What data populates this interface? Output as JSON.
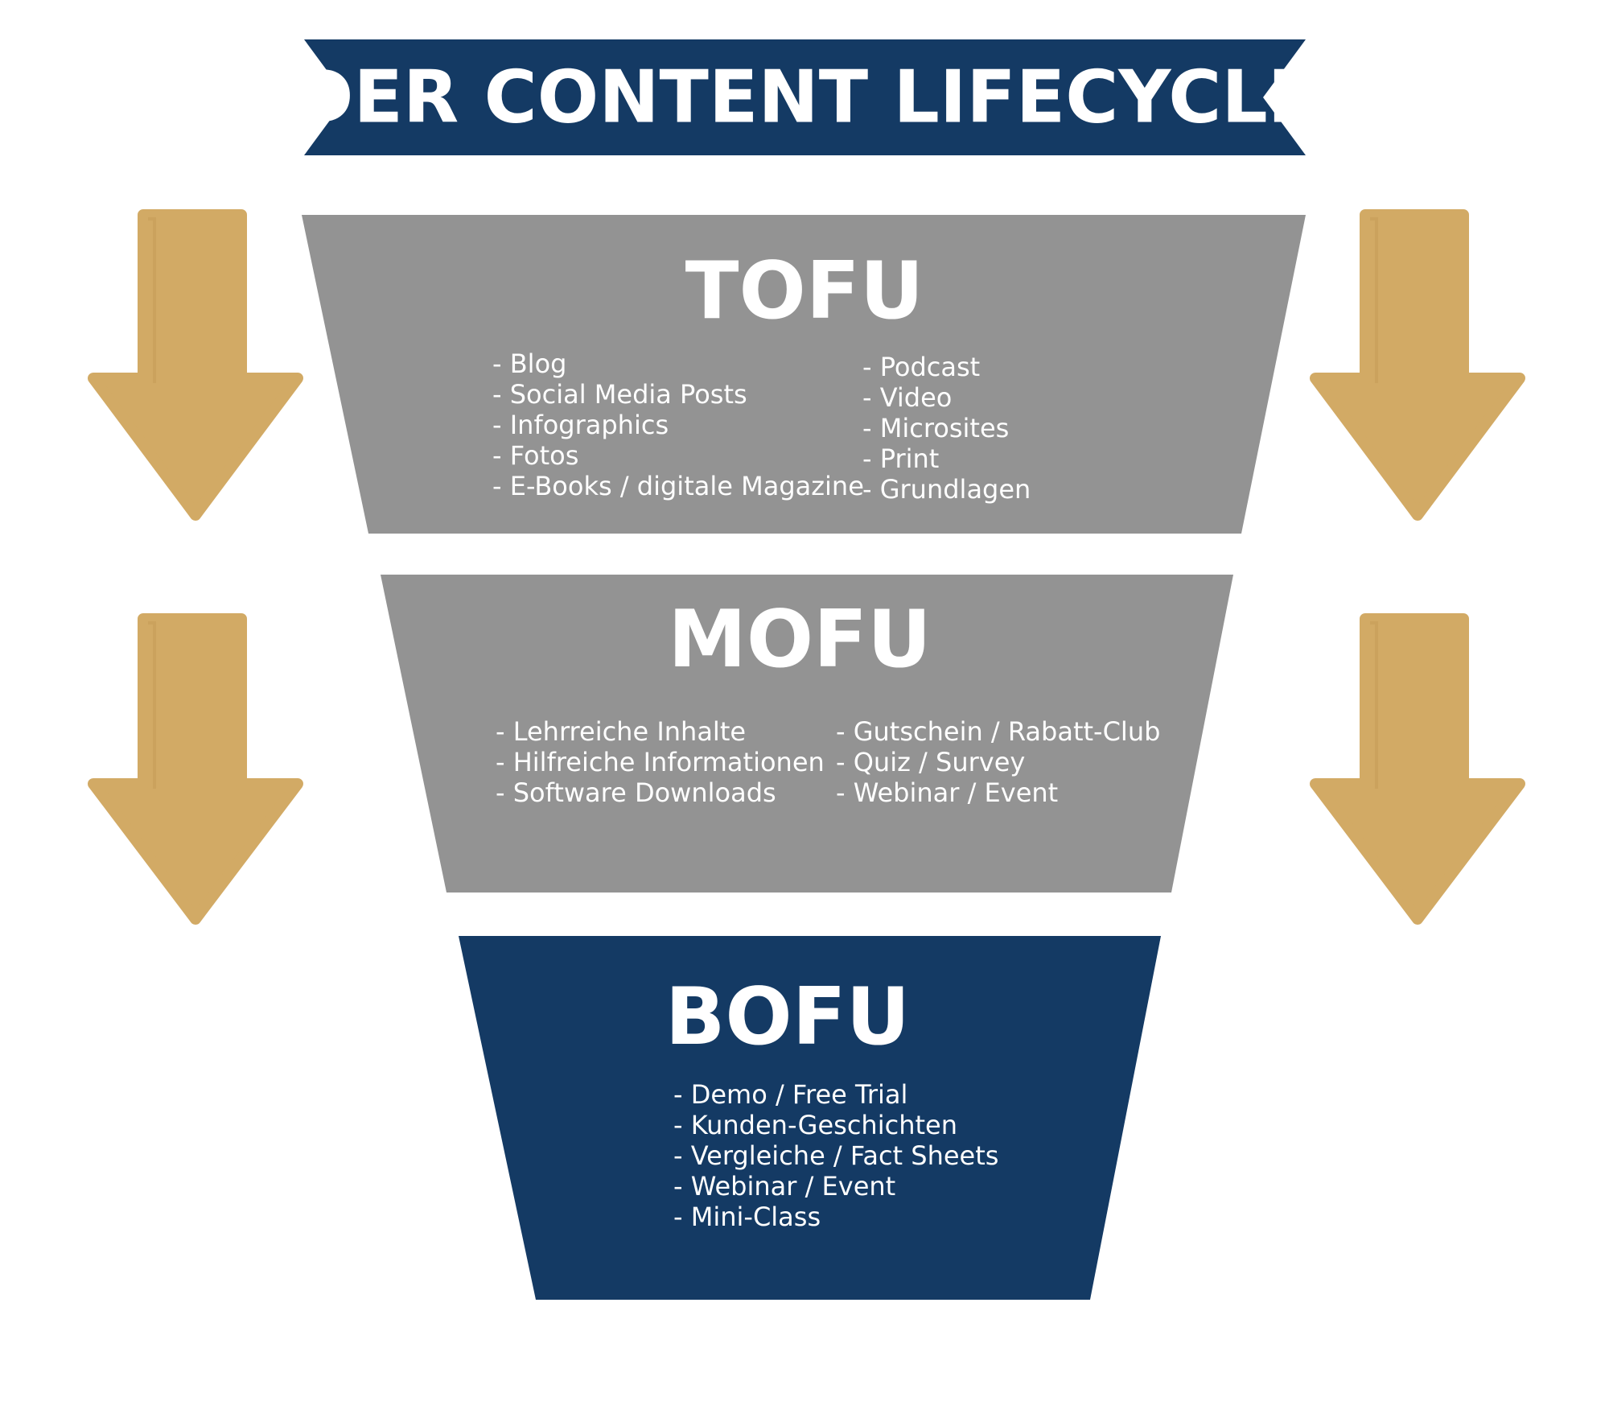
{
  "title": "DER CONTENT LIFECYCLE",
  "colors": {
    "navy": "#143a64",
    "gray": "#939393",
    "gold": "#d2aa65",
    "text": "#ffffff"
  },
  "stages": [
    {
      "name": "TOFU",
      "columns": [
        [
          "- Blog",
          "- Social Media Posts",
          "- Infographics",
          "- Fotos",
          "- E-Books / digitale Magazine"
        ],
        [
          "- Podcast",
          "- Video",
          "- Microsites",
          "- Print",
          "- Grundlagen"
        ]
      ]
    },
    {
      "name": "MOFU",
      "columns": [
        [
          "- Lehrreiche Inhalte",
          "- Hilfreiche Informationen",
          "- Software Downloads"
        ],
        [
          "- Gutschein / Rabatt-Club",
          "- Quiz / Survey",
          "- Webinar / Event"
        ]
      ]
    },
    {
      "name": "BOFU",
      "columns": [
        [
          "- Demo / Free Trial",
          "- Kunden-Geschichten",
          "- Vergleiche / Fact Sheets",
          "- Webinar / Event",
          "- Mini-Class"
        ]
      ]
    }
  ],
  "arrows": [
    "arrow-down-icon",
    "arrow-down-icon",
    "arrow-down-icon",
    "arrow-down-icon"
  ]
}
